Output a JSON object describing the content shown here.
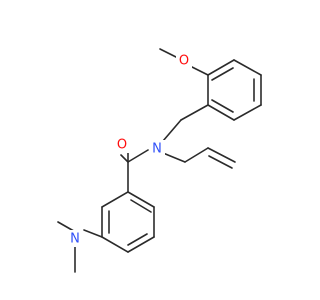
{
  "molecule": {
    "atoms": {
      "o_methoxy": {
        "text": "O",
        "color": "#ff0d0d"
      },
      "o_carbonyl": {
        "text": "O",
        "color": "#ff0d0d"
      },
      "n_amide": {
        "text": "N",
        "color": "#3050f8"
      },
      "n_dimethylamino": {
        "text": "N",
        "color": "#3050f8"
      }
    },
    "bond_color": "#2b2b2b"
  }
}
